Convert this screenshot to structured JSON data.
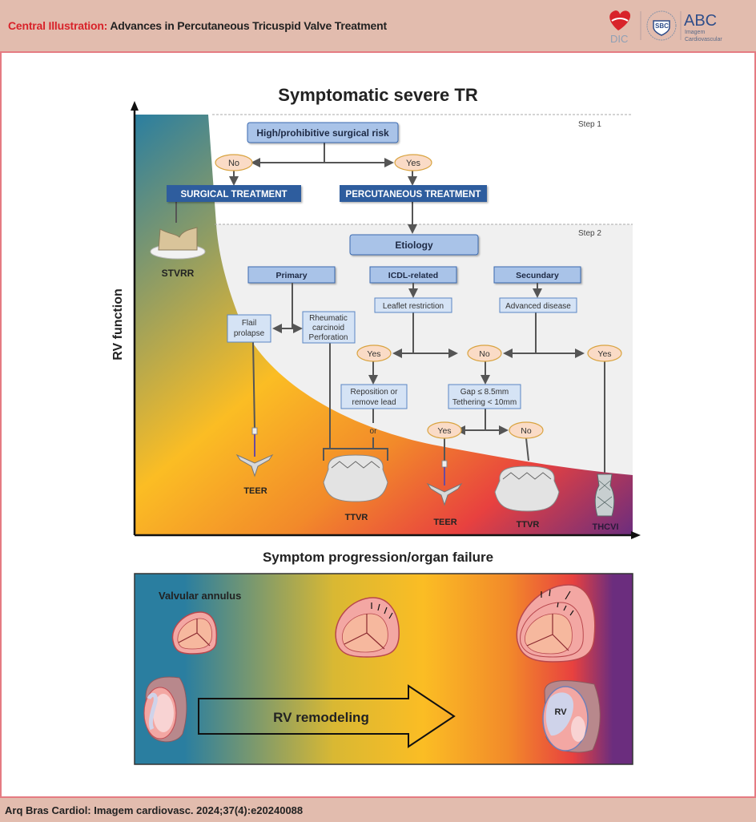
{
  "header": {
    "label": "Central Illustration:",
    "title": "Advances in Percutaneous Tricuspid Valve Treatment",
    "accent_color": "#d8232a",
    "logos": {
      "dic": "DIC",
      "sbc": "SBC",
      "sbc_ring": "SOCIEDADE BRASILEIRA DE CARDIOLOGIA",
      "abc": "ABC",
      "abc_sub1": "Imagem",
      "abc_sub2": "Cardiovascular"
    }
  },
  "diagram": {
    "title": "Symptomatic severe TR",
    "y_axis_label": "RV function",
    "x_axis_label": "Symptom progression/organ failure",
    "step1": "Step 1",
    "step2": "Step 2",
    "nodes": {
      "risk": "High/prohibitive surgical risk",
      "no1": "No",
      "yes1": "Yes",
      "surgical": "SURGICAL TREATMENT",
      "percutaneous": "PERCUTANEOUS TREATMENT",
      "etiology": "Etiology",
      "primary": "Primary",
      "icdl": "ICDL-related",
      "secundary": "Secundary",
      "flail_1": "Flail",
      "flail_2": "prolapse",
      "rheum_1": "Rheumatic",
      "rheum_2": "carcinoid",
      "rheum_3": "Perforation",
      "leaflet": "Leaflet restriction",
      "advanced": "Advanced disease",
      "yes2": "Yes",
      "no2": "No",
      "yes3": "Yes",
      "reposition_1": "Reposition or",
      "reposition_2": "remove lead",
      "or": "or",
      "gap_1": "Gap ≤ 8.5mm",
      "gap_2": "Tethering < 10mm",
      "yes4": "Yes",
      "no4": "No"
    },
    "devices": {
      "stvrr": "STVRR",
      "teer1": "TEER",
      "ttvr1": "TTVR",
      "teer2": "TEER",
      "ttvr2": "TTVR",
      "thcvi": "THCVI"
    },
    "colors": {
      "teal": "#2a7ea0",
      "yellow": "#fbbd24",
      "orange": "#f28a2a",
      "red": "#e8413f",
      "purple": "#6b2d7e",
      "node_dark_blue": "#2f5d9e",
      "node_light_blue": "#a9c3e8",
      "node_pale_blue": "#d5e3f5",
      "oval_fill": "#fadbc6",
      "oval_stroke": "#d9a441"
    }
  },
  "bottom_panel": {
    "annulus_label": "Valvular annulus",
    "remodeling_label": "RV remodeling",
    "rv_label": "RV"
  },
  "footer": {
    "citation": "Arq Bras Cardiol: Imagem cardiovasc. 2024;37(4):e20240088"
  }
}
